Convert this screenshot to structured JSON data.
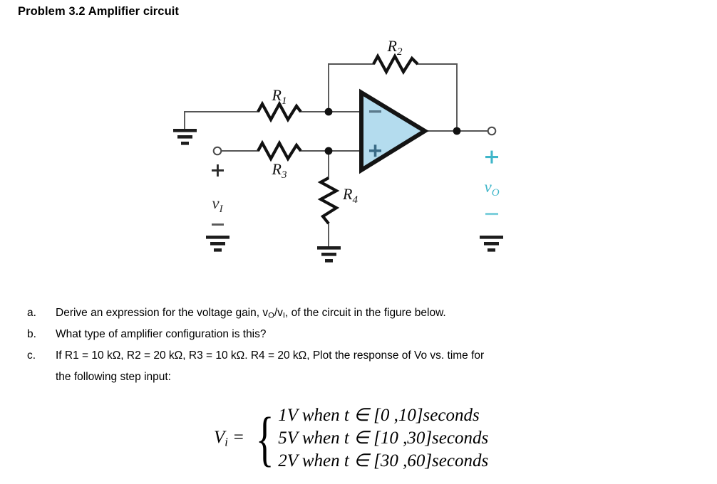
{
  "document": {
    "title_prefix": "Problem 3.2",
    "title_main": "Amplifier circuit"
  },
  "figure": {
    "type": "op-amp-circuit-schematic",
    "opamp": {
      "fill_color": "#b4dcee",
      "stroke_color": "#1a1a1a",
      "inverting_label": "−",
      "noninverting_label": "+",
      "symbol_color": "#5b7a8c"
    },
    "components": [
      {
        "name": "R1",
        "base": "R",
        "sub": "1",
        "orientation": "horizontal",
        "branch": "inverting-input"
      },
      {
        "name": "R2",
        "base": "R",
        "sub": "2",
        "orientation": "horizontal",
        "branch": "feedback"
      },
      {
        "name": "R3",
        "base": "R",
        "sub": "3",
        "orientation": "horizontal",
        "branch": "noninverting-input"
      },
      {
        "name": "R4",
        "base": "R",
        "sub": "4",
        "orientation": "vertical",
        "branch": "noninverting-to-ground"
      }
    ],
    "input_port": {
      "plus_label": "+",
      "minus_label": "−",
      "signal_base": "v",
      "signal_sub": "I",
      "color": "#2b2b2b"
    },
    "output_port": {
      "plus_label": "+",
      "minus_label": "−",
      "signal_base": "v",
      "signal_sub": "O",
      "color": "#3fb6c9"
    },
    "grounds": 4,
    "wire_color": "#555555"
  },
  "questions": [
    {
      "marker": "a.",
      "text_before": "Derive an expression for the voltage gain, ",
      "gain_num_base": "v",
      "gain_num_sub": "O",
      "gain_sep": "/",
      "gain_den_base": "v",
      "gain_den_sub": "I",
      "text_after": ", of the circuit in the figure below."
    },
    {
      "marker": "b.",
      "text": "What type of amplifier configuration is this?"
    },
    {
      "marker": "c.",
      "text": "If R1 = 10 kΩ, R2 = 20 kΩ, R3 = 10 kΩ. R4 = 20 kΩ,  Plot the response of Vo vs. time for",
      "continuation": "the following step input:"
    }
  ],
  "equation": {
    "lhs_base": "V",
    "lhs_sub": "i",
    "equals": "=",
    "brace": "{",
    "cases": [
      "1V when t  ∈ [0 ,10]seconds",
      "5V when t  ∈ [10 ,30]seconds",
      "2V when t  ∈ [30 ,60]seconds"
    ]
  }
}
